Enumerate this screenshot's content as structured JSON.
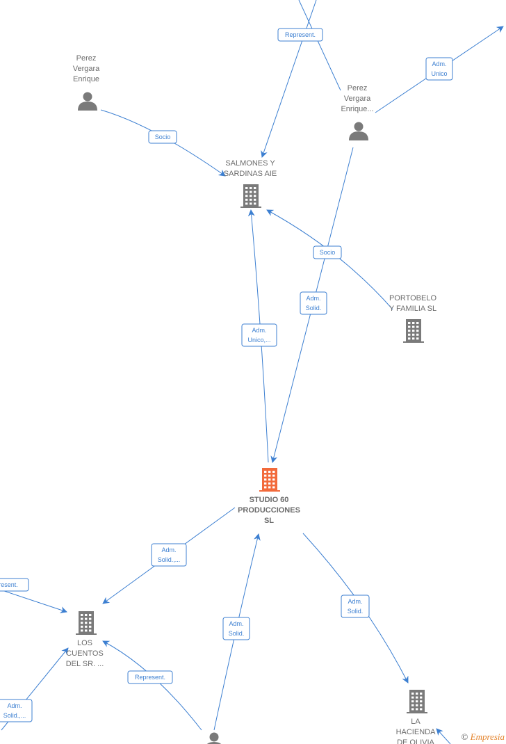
{
  "nodes": {
    "perez_vergara_1": {
      "label": [
        "Perez",
        "Vergara",
        "Enrique"
      ],
      "icon": "person-icon"
    },
    "perez_vergara_2": {
      "label": [
        "Perez",
        "Vergara",
        "Enrique..."
      ],
      "icon": "person-icon"
    },
    "salmones": {
      "label": [
        "SALMONES Y",
        "SARDINAS AIE"
      ],
      "icon": "building-icon"
    },
    "portobelo": {
      "label": [
        "PORTOBELO",
        "Y FAMILIA  SL"
      ],
      "icon": "building-icon"
    },
    "studio60": {
      "label": [
        "STUDIO 60",
        "PRODUCCIONES",
        "SL"
      ],
      "icon": "building-icon",
      "focus": true
    },
    "los_cuentos": {
      "label": [
        "LOS",
        "CUENTOS",
        "DEL SR. ..."
      ],
      "icon": "building-icon"
    },
    "la_hacienda": {
      "label": [
        "LA",
        "HACIENDA",
        "DE OLIVIA"
      ],
      "icon": "building-icon"
    },
    "bottom_person": {
      "label": [],
      "icon": "person-icon"
    }
  },
  "edges": {
    "represent_top": [
      "Represent."
    ],
    "adm_unico_top": [
      "Adm.",
      "Unico"
    ],
    "socio_left": [
      "Socio"
    ],
    "socio_mid": [
      "Socio"
    ],
    "adm_solid_mid": [
      "Adm.",
      "Solid."
    ],
    "adm_unico_mid": [
      "Adm.",
      "Unico,..."
    ],
    "adm_solid_left": [
      "Adm.",
      "Solid.,..."
    ],
    "represent_left": [
      "resent."
    ],
    "adm_solid_bottom": [
      "Adm.",
      "Solid."
    ],
    "adm_solid_right": [
      "Adm.",
      "Solid."
    ],
    "represent_bottom": [
      "Represent."
    ],
    "adm_solid_corner": [
      "Adm.",
      "Solid.,..."
    ]
  },
  "colors": {
    "edge": "#3c7fd1",
    "node": "#7a7a7a",
    "focus": "#f26a3b"
  },
  "footer": {
    "symbol": "©",
    "brand": "Empresia"
  }
}
